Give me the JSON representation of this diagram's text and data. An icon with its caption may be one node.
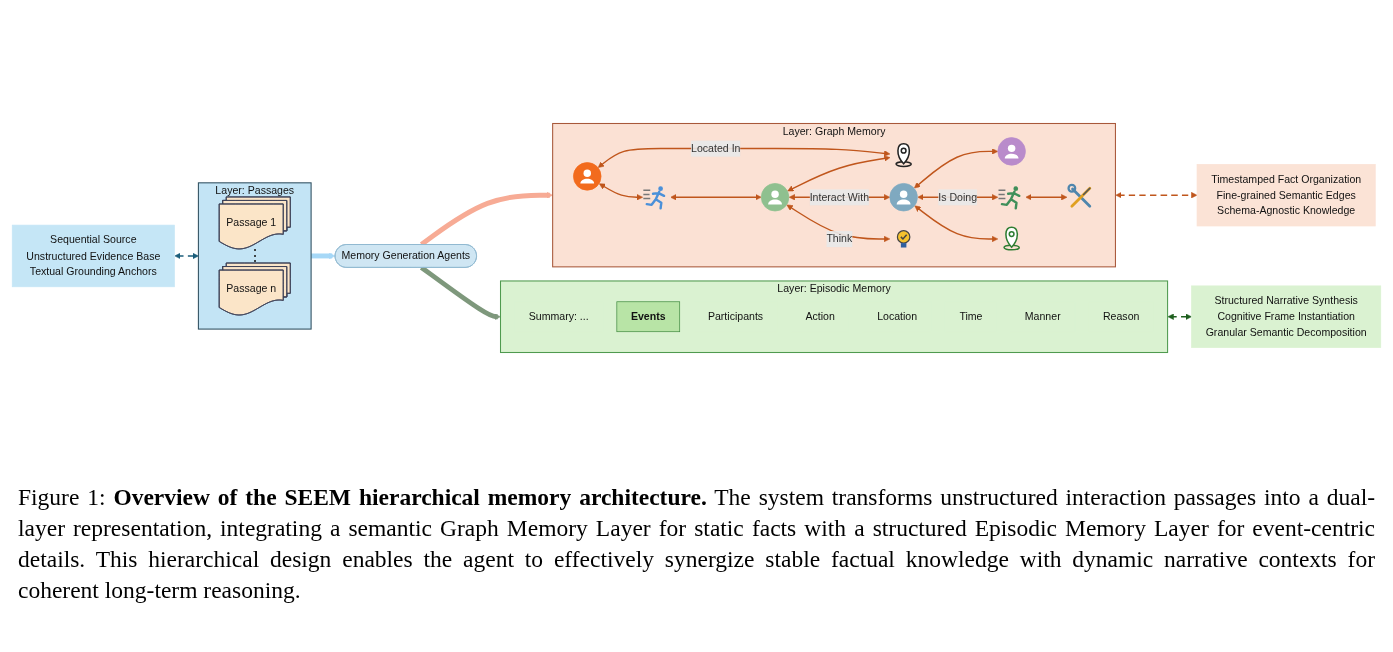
{
  "diagram": {
    "caption": "Figure 1: **Overview of the SEEM hierarchical memory architecture.** The system transforms unstructured interaction passages into a dual-layer representation, integrating a semantic Graph Memory Layer for static facts with a structured Episodic Memory Layer for event-centric details. This hierarchical design enables the agent to effectively synergize stable factual knowledge with dynamic narrative contexts for coherent long-term reasoning.",
    "nodes": [
      {
        "text": [
          "Sequential Source",
          "Unstructured Evidence Base",
          "Textual Grounding Anchors"
        ]
      },
      {
        "text": [
          "Layer: Passages"
        ]
      },
      {
        "text": [
          "Passage 1"
        ],
        "in": 1
      },
      {
        "text": [
          "Passage n"
        ],
        "in": 1
      },
      {
        "text": [
          "Memory Generation Agents"
        ]
      },
      {
        "text": [
          "Layer: Graph Memory"
        ]
      },
      {
        "text": [],
        "shape": "person",
        "in": 5
      },
      {
        "text": [],
        "shape": "picture",
        "in": 5
      },
      {
        "text": [],
        "shape": "person",
        "in": 5
      },
      {
        "text": [],
        "shape": "picture",
        "in": 5
      },
      {
        "text": [],
        "shape": "picture",
        "in": 5
      },
      {
        "text": [],
        "shape": "person",
        "in": 5
      },
      {
        "text": [],
        "shape": "person",
        "in": 5
      },
      {
        "text": [],
        "shape": "picture",
        "in": 5
      },
      {
        "text": [],
        "shape": "picture",
        "in": 5
      },
      {
        "text": [],
        "shape": "picture",
        "in": 5
      },
      {
        "text": [
          "Timestamped Fact Organization",
          "Fine-grained Semantic Edges",
          "Schema-Agnostic Knowledge"
        ]
      },
      {
        "text": [
          "Layer: Episodic Memory"
        ]
      },
      {
        "text": [
          "Summary: ..."
        ],
        "in": 17
      },
      {
        "text": [
          "Events"
        ],
        "in": 17
      },
      {
        "text": [
          "Participants"
        ],
        "in": 17
      },
      {
        "text": [
          "Action"
        ],
        "in": 17
      },
      {
        "text": [
          "Location"
        ],
        "in": 17
      },
      {
        "text": [
          "Time"
        ],
        "in": 17
      },
      {
        "text": [
          "Manner"
        ],
        "in": 17
      },
      {
        "text": [
          "Reason"
        ],
        "in": 17
      },
      {
        "text": [
          "Structured Narrative Synthesis",
          "Cognitive Frame Instantiation",
          "Granular Semantic Decomposition"
        ]
      }
    ],
    "edges": [
      {
        "from": 0,
        "to": 1,
        "arrow": "both",
        "style": "dashed",
        "color": "#1b5e7b"
      },
      {
        "from": 1,
        "to": 4,
        "arrow": "to",
        "style": "thick",
        "color": "#a6d8f7"
      },
      {
        "from": 4,
        "to": 5,
        "arrow": "to",
        "style": "thick",
        "color": "#f7ab95"
      },
      {
        "from": 4,
        "to": 17,
        "arrow": "to",
        "style": "thick",
        "color": "#7e987c"
      },
      {
        "from": 6,
        "to": 9,
        "arrow": "both",
        "label": "Located In"
      },
      {
        "from": 6,
        "to": 7,
        "arrow": "both"
      },
      {
        "from": 7,
        "to": 8,
        "arrow": "both"
      },
      {
        "from": 8,
        "to": 9,
        "arrow": "both"
      },
      {
        "from": 8,
        "to": 12,
        "arrow": "both",
        "label": "Interact With"
      },
      {
        "from": 8,
        "to": 10,
        "arrow": "both",
        "label": "Think"
      },
      {
        "from": 12,
        "to": 11,
        "arrow": "both"
      },
      {
        "from": 12,
        "to": 13,
        "arrow": "both",
        "label": "Is Doing"
      },
      {
        "from": 13,
        "to": 15,
        "arrow": "both"
      },
      {
        "from": 12,
        "to": 14,
        "arrow": "both"
      },
      {
        "from": 5,
        "to": 16,
        "arrow": "both",
        "style": "dashed"
      },
      {
        "from": 17,
        "to": 26,
        "arrow": "both",
        "style": "dashed",
        "color": "#1e5f1e"
      }
    ],
    "labels": [
      "⋮"
    ]
  }
}
